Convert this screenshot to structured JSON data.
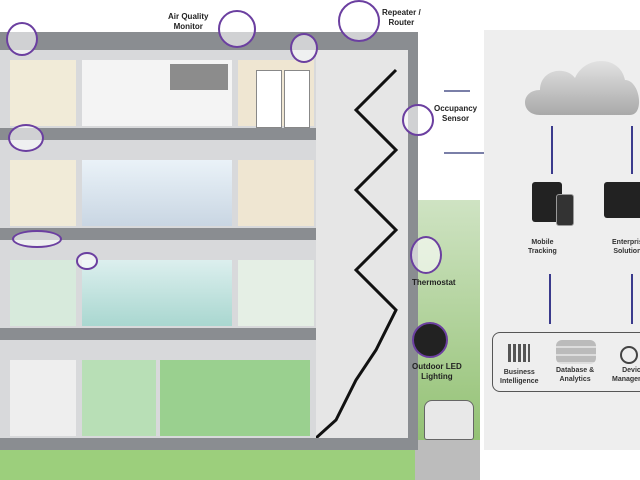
{
  "callouts": {
    "air_quality": "Air Quality\nMonitor",
    "repeater": "Repeater /\nRouter",
    "occupancy": "Occupancy\nSensor",
    "thermostat": "Thermostat",
    "outdoor_led": "Outdoor LED\nLighting"
  },
  "cloud_panel": {
    "mobile": "Mobile\nTracking",
    "enterprise": "Enterprise\nSolutions",
    "business": "Business\nIntelligence",
    "database": "Database &\nAnalytics",
    "device": "Device\nManagement"
  },
  "colors": {
    "accent": "#6b3fa0",
    "arrow": "#3a3a8c",
    "building": "#8a8d91",
    "panel": "#eeeeee"
  }
}
